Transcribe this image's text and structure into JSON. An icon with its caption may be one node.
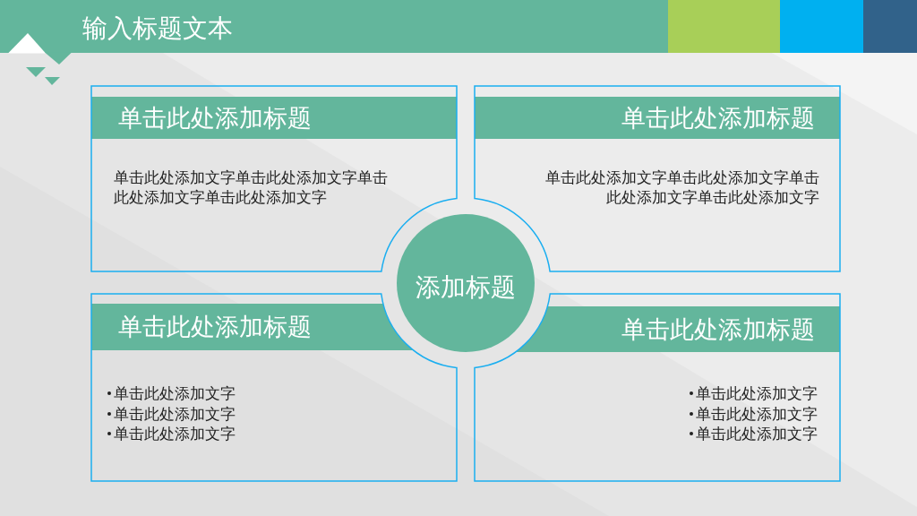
{
  "diagram": {
    "title": "输入标题文本",
    "nodes": [
      {
        "text": [
          "单击此处添加标题",
          "单击此处添加文字单击此处添加文字单击此处添加文字单击此处添加文字"
        ]
      },
      {
        "text": [
          "单击此处添加标题",
          "单击此处添加文字单击此处添加文字单击此处添加文字单击此处添加文字"
        ]
      },
      {
        "text": [
          "添加标题"
        ]
      },
      {
        "text": [
          "单击此处添加标题",
          "单击此处添加文字",
          "单击此处添加文字",
          "单击此处添加文字"
        ]
      },
      {
        "text": [
          "单击此处添加标题",
          "单击此处添加文字",
          "单击此处添加文字",
          "单击此处添加文字"
        ]
      }
    ]
  }
}
